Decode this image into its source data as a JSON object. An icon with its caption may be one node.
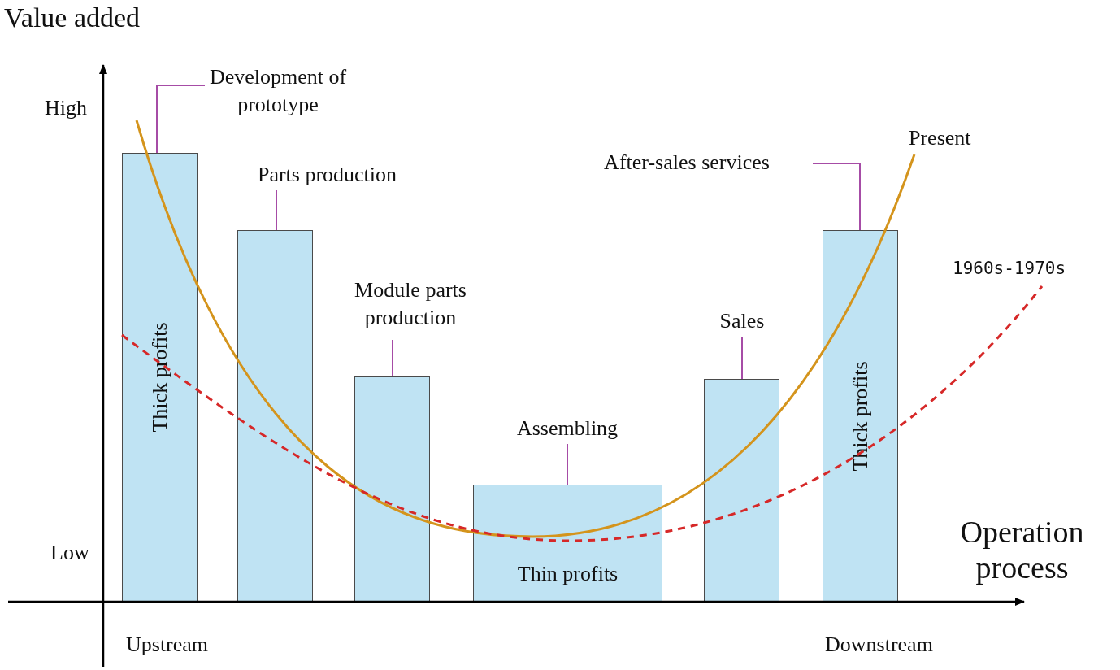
{
  "diagram": {
    "nodes": [
      {
        "text": [
          "Development of prototype"
        ]
      },
      {
        "text": [
          "Thick profits"
        ]
      },
      {
        "text": [
          "Parts production"
        ]
      },
      {
        "text": [],
        "shape": "bar"
      },
      {
        "text": [
          "Module parts production"
        ]
      },
      {
        "text": [],
        "shape": "bar"
      },
      {
        "text": [
          "Assembling"
        ]
      },
      {
        "text": [
          "Thin profits"
        ]
      },
      {
        "text": [
          "Sales"
        ]
      },
      {
        "text": [],
        "shape": "bar"
      },
      {
        "text": [
          "After-sales services"
        ]
      },
      {
        "text": [
          "Thick profits"
        ]
      }
    ],
    "edges": [
      {
        "from": 0,
        "to": 1,
        "arrow": "none"
      },
      {
        "from": 2,
        "to": 3,
        "arrow": "none"
      },
      {
        "from": 4,
        "to": 5,
        "arrow": "none"
      },
      {
        "from": 6,
        "to": 7,
        "arrow": "none"
      },
      {
        "from": 8,
        "to": 9,
        "arrow": "none"
      },
      {
        "from": 10,
        "to": 11,
        "arrow": "none"
      }
    ],
    "labels": [
      "Value added",
      "High",
      "Present",
      "1960s-1970s",
      "Low",
      "Operation process",
      "Upstream",
      "Downstream"
    ]
  }
}
